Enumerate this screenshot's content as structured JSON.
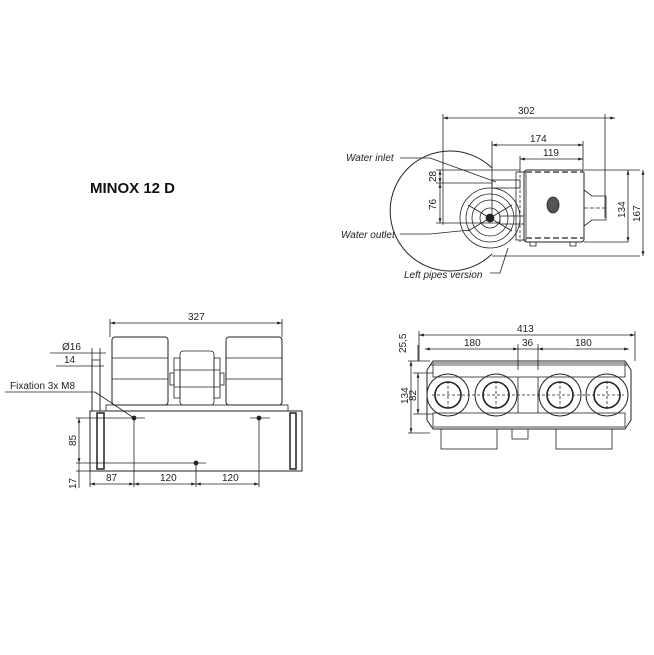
{
  "title": "MINOX 12 D",
  "side_view": {
    "labels": {
      "water_inlet": "Water inlet",
      "water_outlet": "Water outlet",
      "left_pipes": "Left pipes version"
    },
    "dims": {
      "d302": "302",
      "d174": "174",
      "d119": "119",
      "d28": "28",
      "d76": "76",
      "d134": "134",
      "d167": "167"
    }
  },
  "front_view": {
    "labels": {
      "fixation": "Fixation 3x M8"
    },
    "dims": {
      "d327": "327",
      "d16": "Ø16",
      "d14": "14",
      "d85": "85",
      "d17": "17",
      "d87": "87",
      "d120a": "120",
      "d120b": "120"
    }
  },
  "top_view": {
    "dims": {
      "d413": "413",
      "d180a": "180",
      "d36": "36",
      "d180b": "180",
      "d25_5": "25,5",
      "d134": "134",
      "d82": "82"
    }
  },
  "colors": {
    "line": "#222222",
    "fill": "#ffffff",
    "shade": "#9a9a9a"
  }
}
